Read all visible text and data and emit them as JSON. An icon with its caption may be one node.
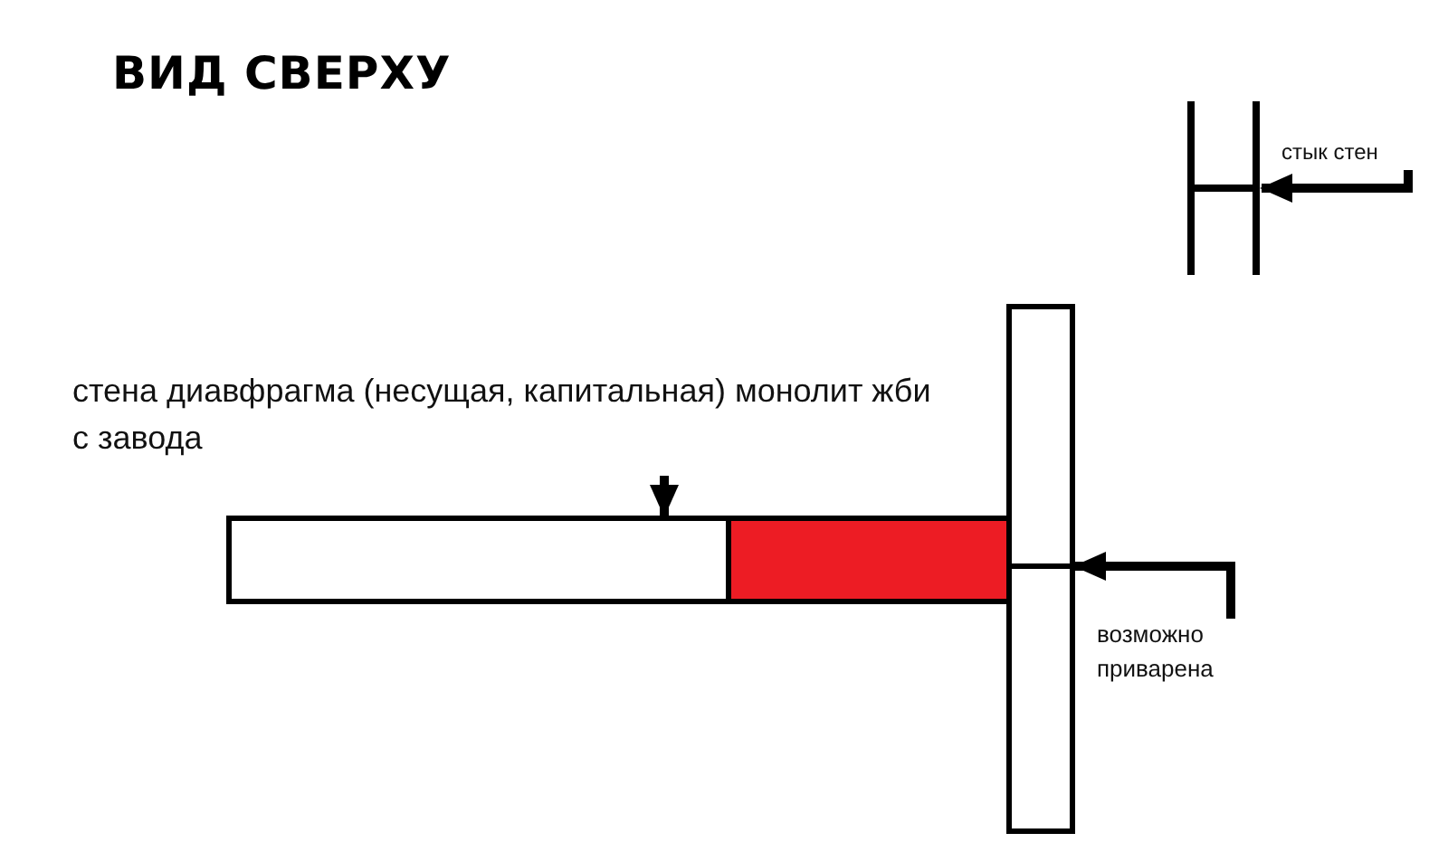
{
  "diagram": {
    "title": "ВИД СВЕРХУ",
    "nodes": [
      {
        "text": [
          "стык стен"
        ]
      },
      {
        "text": [],
        "shape": "picture"
      },
      {
        "text": [
          "стена диавфрагма (несущая, капитальная) монолит жби с завода"
        ]
      },
      {
        "text": [],
        "shape": "bar"
      },
      {
        "text": [],
        "shape": "bar"
      },
      {
        "text": [],
        "shape": "bar"
      },
      {
        "text": [
          "возможно приварена"
        ]
      }
    ],
    "edges": [
      {
        "from": 0,
        "to": 1,
        "arrow": "to"
      },
      {
        "from": 2,
        "to": 3,
        "arrow": "to"
      },
      {
        "from": 6,
        "to": 5,
        "arrow": "to"
      }
    ]
  }
}
